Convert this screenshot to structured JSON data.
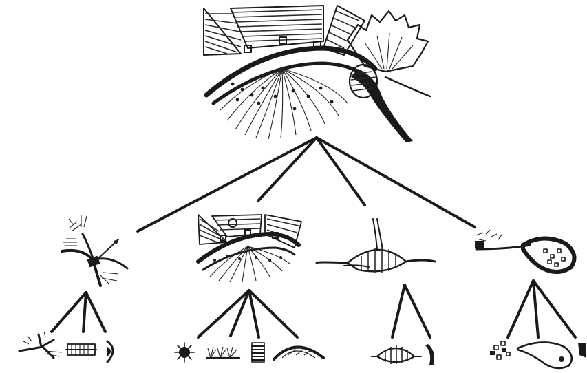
{
  "diagram": {
    "kind": "hierarchy-tree",
    "root": {
      "id": "root-composite",
      "icon": "composite-structure-illustration"
    },
    "branches": [
      {
        "id": "branch-1",
        "icon": "branching-nerve-illustration",
        "leaves": [
          "star-burst-glyph",
          "coil-segment-glyph",
          "eye-arc-glyph"
        ]
      },
      {
        "id": "branch-2",
        "icon": "arched-layer-illustration",
        "leaves": [
          "spiked-circle-glyph",
          "tuft-row-glyph",
          "striped-block-glyph",
          "dome-mesh-glyph"
        ]
      },
      {
        "id": "branch-3",
        "icon": "spindle-stalk-illustration",
        "leaves": [
          "spindle-glyph",
          "curved-segment-glyph"
        ]
      },
      {
        "id": "branch-4",
        "icon": "bulb-with-dots-illustration",
        "leaves": [
          "scatter-cluster-glyph",
          "teardrop-glyph",
          "partial-glyph"
        ]
      }
    ],
    "colors": {
      "ink": "#1a1a1a",
      "paper": "#ffffff"
    }
  }
}
